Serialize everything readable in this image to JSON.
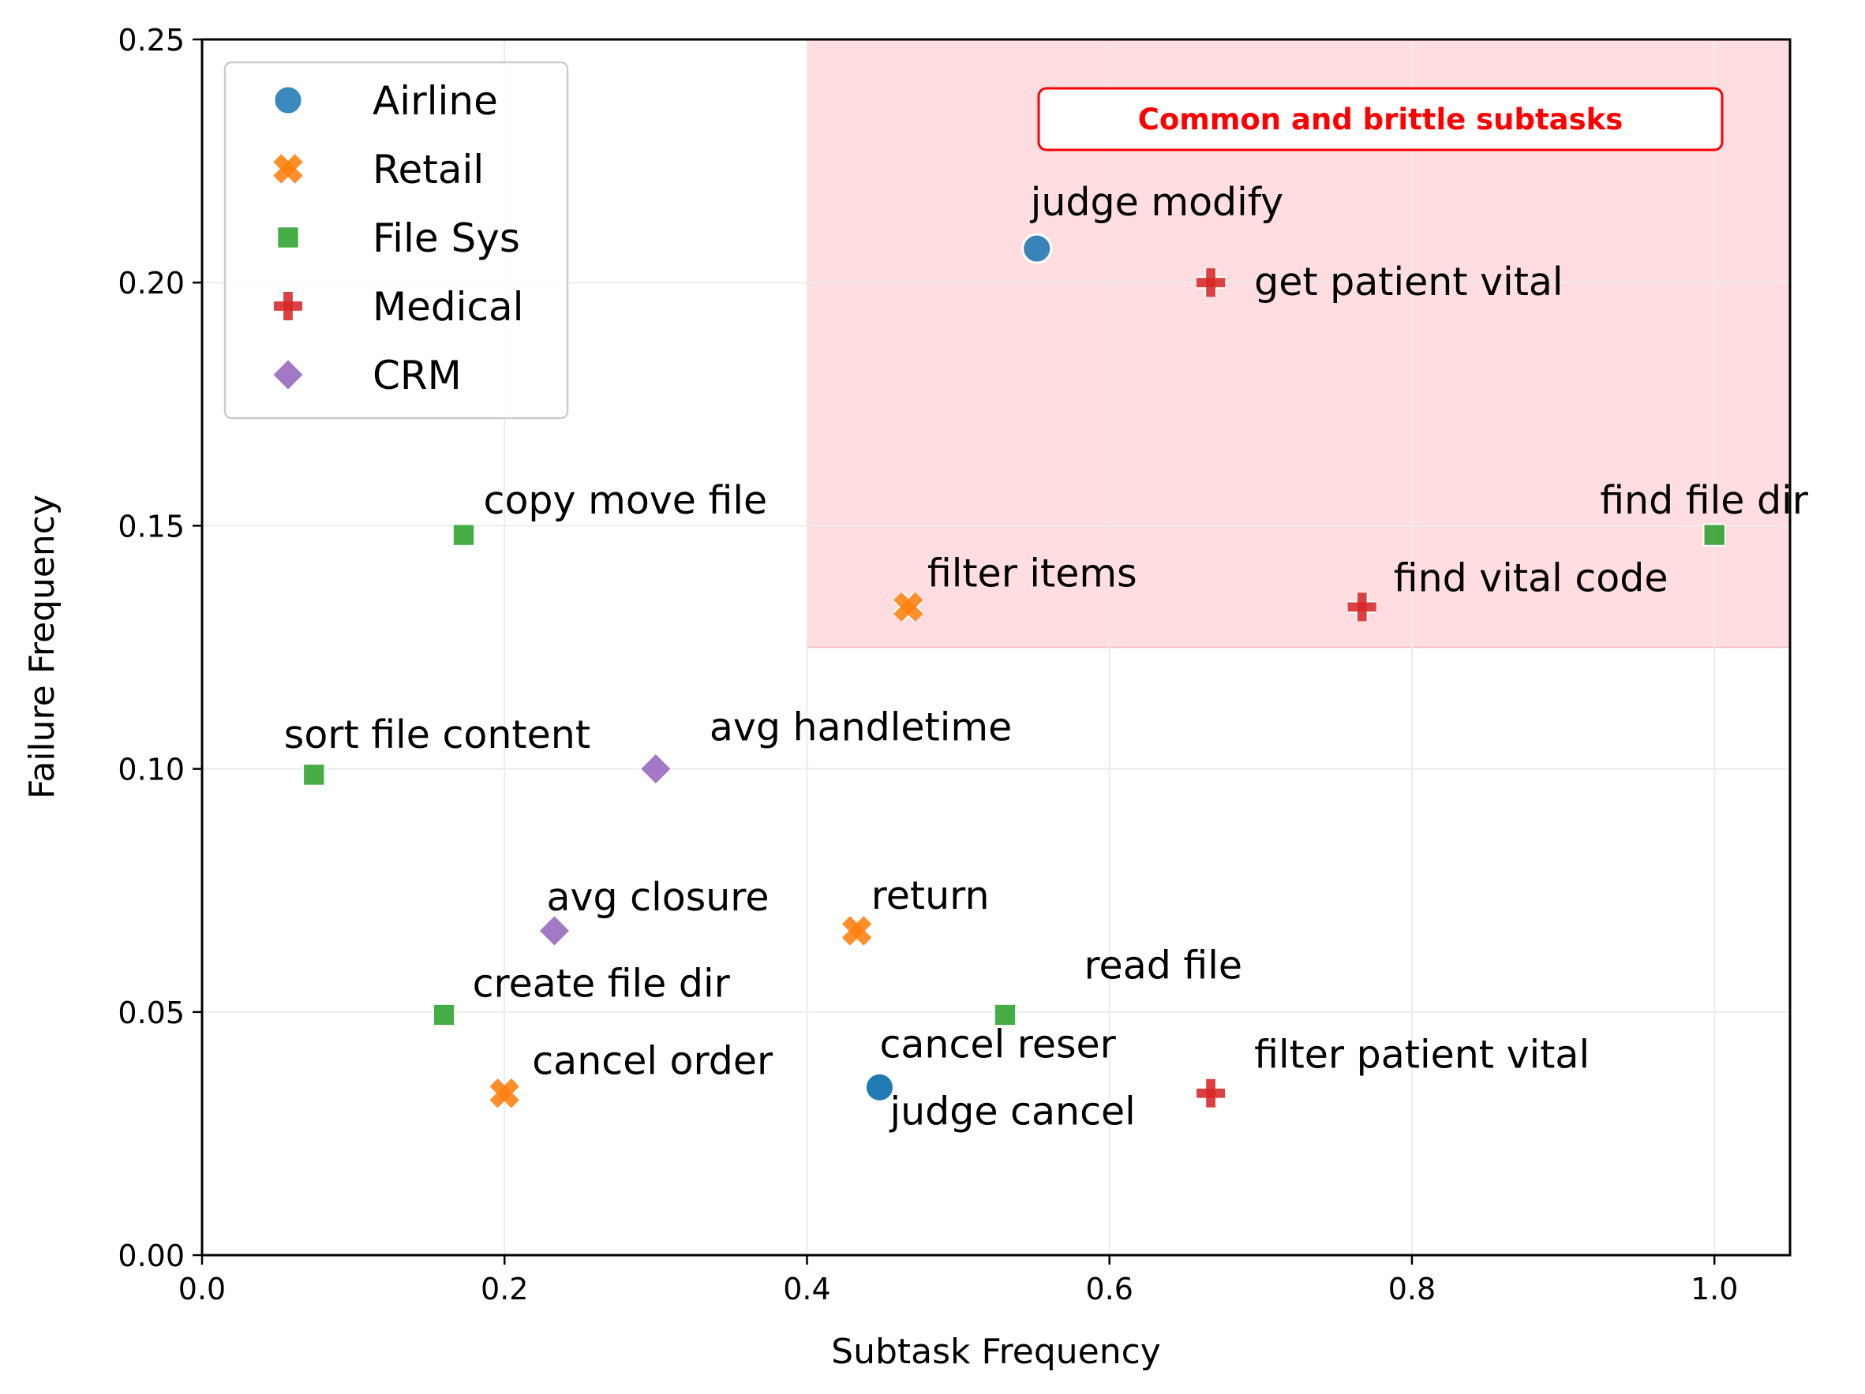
{
  "chart_data": {
    "type": "scatter",
    "xlabel": "Subtask Frequency",
    "ylabel": "Failure Frequency",
    "xlim": [
      0.0,
      1.05
    ],
    "ylim": [
      0.0,
      0.25
    ],
    "xticks": [
      0.0,
      0.2,
      0.4,
      0.6,
      0.8,
      1.0
    ],
    "yticks": [
      0.0,
      0.05,
      0.1,
      0.15,
      0.2,
      0.25
    ],
    "xtick_labels": [
      "0.0",
      "0.2",
      "0.4",
      "0.6",
      "0.8",
      "1.0"
    ],
    "ytick_labels": [
      "0.00",
      "0.05",
      "0.10",
      "0.15",
      "0.20",
      "0.25"
    ],
    "grid": true,
    "legend_position": "top-left",
    "highlight_region": {
      "label": "Common and brittle subtasks",
      "x_range": [
        0.4,
        1.05
      ],
      "y_range": [
        0.125,
        0.25
      ],
      "fill_color": "#ffdde0",
      "label_color": "#ff0000"
    },
    "series": [
      {
        "name": "Airline",
        "marker": "circle",
        "color": "#1f77b4",
        "points": [
          {
            "x": 0.552,
            "y": 0.207,
            "label": "judge modify"
          },
          {
            "x": 0.448,
            "y": 0.0345,
            "label": "cancel reser"
          },
          {
            "x": 0.448,
            "y": 0.0345,
            "label": "judge cancel"
          }
        ]
      },
      {
        "name": "Retail",
        "marker": "x",
        "color": "#ff7f0e",
        "points": [
          {
            "x": 0.467,
            "y": 0.1333,
            "label": "filter items"
          },
          {
            "x": 0.433,
            "y": 0.0667,
            "label": "return"
          },
          {
            "x": 0.2,
            "y": 0.0333,
            "label": "cancel order"
          }
        ]
      },
      {
        "name": "File Sys",
        "marker": "square",
        "color": "#2ca02c",
        "points": [
          {
            "x": 0.173,
            "y": 0.1481,
            "label": "copy move file"
          },
          {
            "x": 1.0,
            "y": 0.1481,
            "label": "find file dir"
          },
          {
            "x": 0.074,
            "y": 0.0988,
            "label": "sort file content"
          },
          {
            "x": 0.16,
            "y": 0.0494,
            "label": "create file dir"
          },
          {
            "x": 0.531,
            "y": 0.0494,
            "label": "read file"
          }
        ]
      },
      {
        "name": "Medical",
        "marker": "plus",
        "color": "#d62728",
        "points": [
          {
            "x": 0.667,
            "y": 0.2,
            "label": "get patient vital"
          },
          {
            "x": 0.767,
            "y": 0.1333,
            "label": "find vital code"
          },
          {
            "x": 0.667,
            "y": 0.0333,
            "label": "filter patient vital"
          }
        ]
      },
      {
        "name": "CRM",
        "marker": "diamond",
        "color": "#9467bd",
        "points": [
          {
            "x": 0.3,
            "y": 0.1,
            "label": "avg handletime"
          },
          {
            "x": 0.233,
            "y": 0.0667,
            "label": "avg closure"
          }
        ]
      }
    ]
  }
}
